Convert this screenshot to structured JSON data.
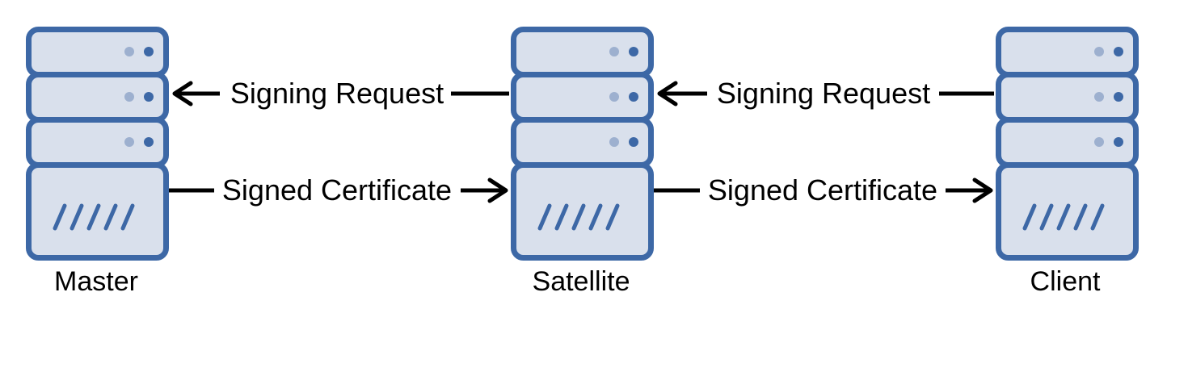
{
  "nodes": [
    {
      "id": "master",
      "label": "Master",
      "icon": "server-icon"
    },
    {
      "id": "satellite",
      "label": "Satellite",
      "icon": "server-icon"
    },
    {
      "id": "client",
      "label": "Client",
      "icon": "server-icon"
    }
  ],
  "edges": [
    {
      "from": "satellite",
      "to": "master",
      "label": "Signing Request"
    },
    {
      "from": "master",
      "to": "satellite",
      "label": "Signed Certificate"
    },
    {
      "from": "client",
      "to": "satellite",
      "label": "Signing Request"
    },
    {
      "from": "satellite",
      "to": "client",
      "label": "Signed Certificate"
    }
  ],
  "colors": {
    "server_fill": "#d9e0ec",
    "server_stroke": "#3d68a6",
    "led_light": "#9db0cf",
    "led_dark": "#3d68a6",
    "arrow": "#000000"
  }
}
